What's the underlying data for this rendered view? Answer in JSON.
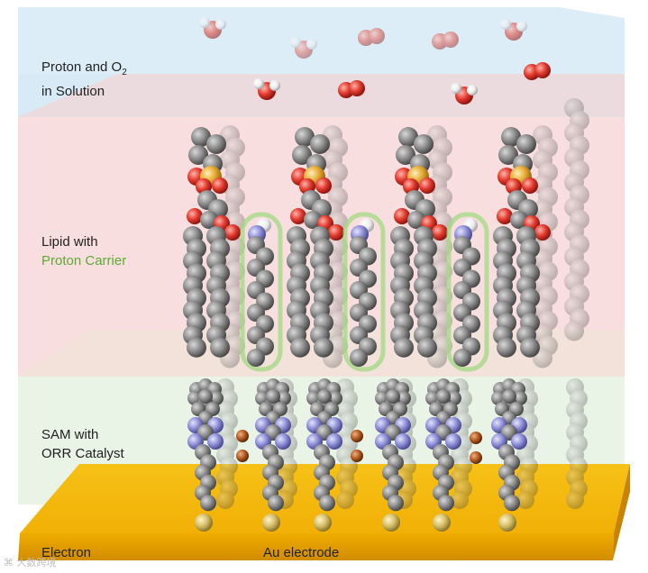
{
  "labels": {
    "solution_line1": "Proton and O",
    "solution_sub": "2",
    "solution_line2": "in Solution",
    "lipid_line1": "Lipid with",
    "lipid_line2": "Proton Carrier",
    "sam_line1": "SAM with",
    "sam_line2": "ORR Catalyst",
    "electron": "Electron",
    "electrode": "Au electrode"
  },
  "watermark": "大数跨境",
  "colors": {
    "solution_layer": "#dcedf7",
    "lipid_layer": "#f8dede",
    "sam_layer": "#e9f3e6",
    "gold": "#f3b509",
    "carbon": "#8a8a8a",
    "oxygen": "#e23a2e",
    "phosphorus": "#e6b23b",
    "nitrogen": "#8d8ed6",
    "sulfur": "#d6bf6a",
    "hydrogen": "#f2f2f2",
    "copper": "#b45c23",
    "carrier_glow": "#9ed27a"
  }
}
